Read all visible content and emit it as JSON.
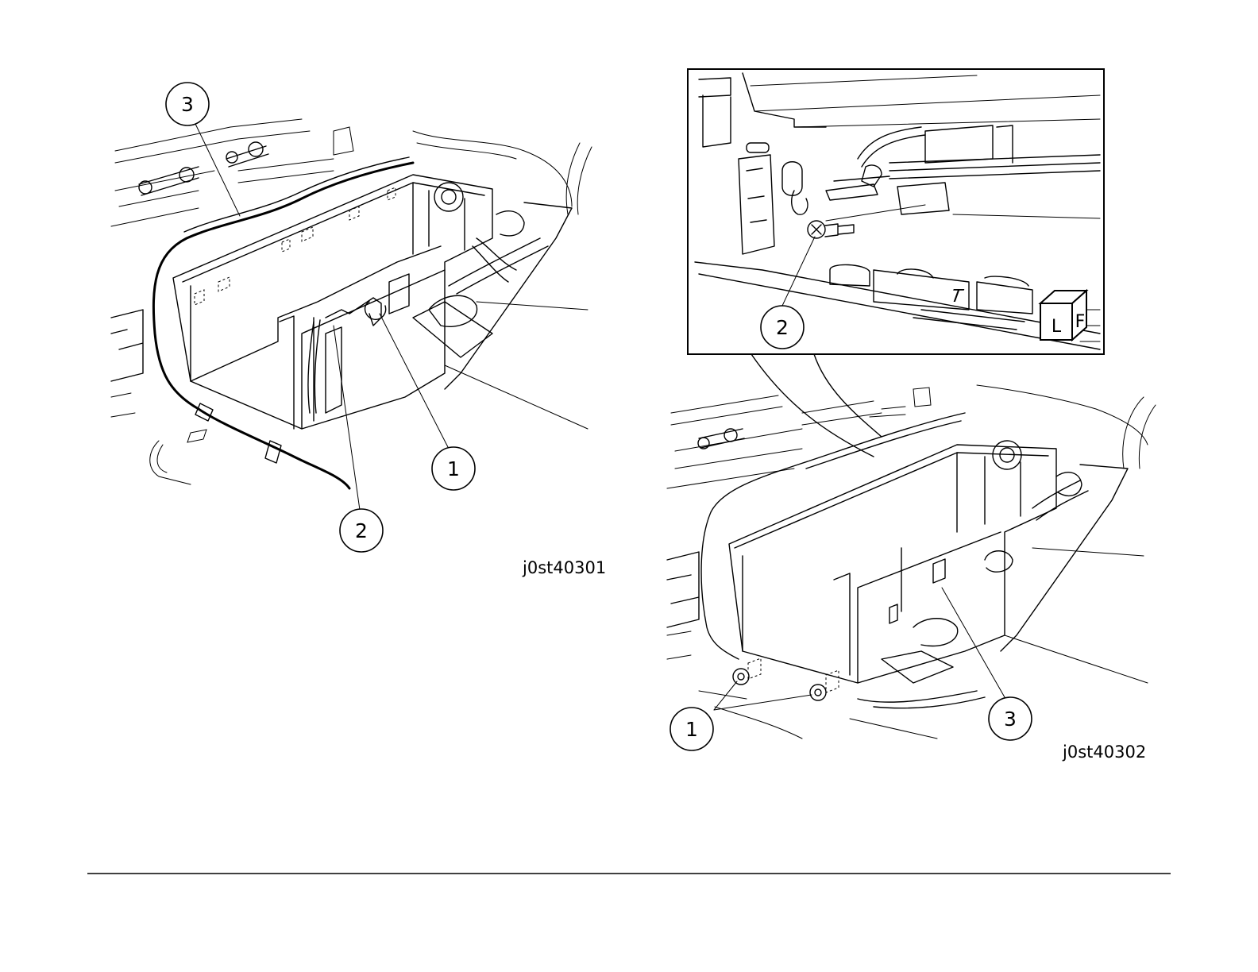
{
  "figures": [
    {
      "id": "j0st40301",
      "callouts": [
        "1",
        "2",
        "3"
      ]
    },
    {
      "id": "j0st40302",
      "callouts": [
        "1",
        "2",
        "3"
      ],
      "orientation_cube": {
        "top": "T",
        "left": "L",
        "front": "F"
      }
    }
  ]
}
